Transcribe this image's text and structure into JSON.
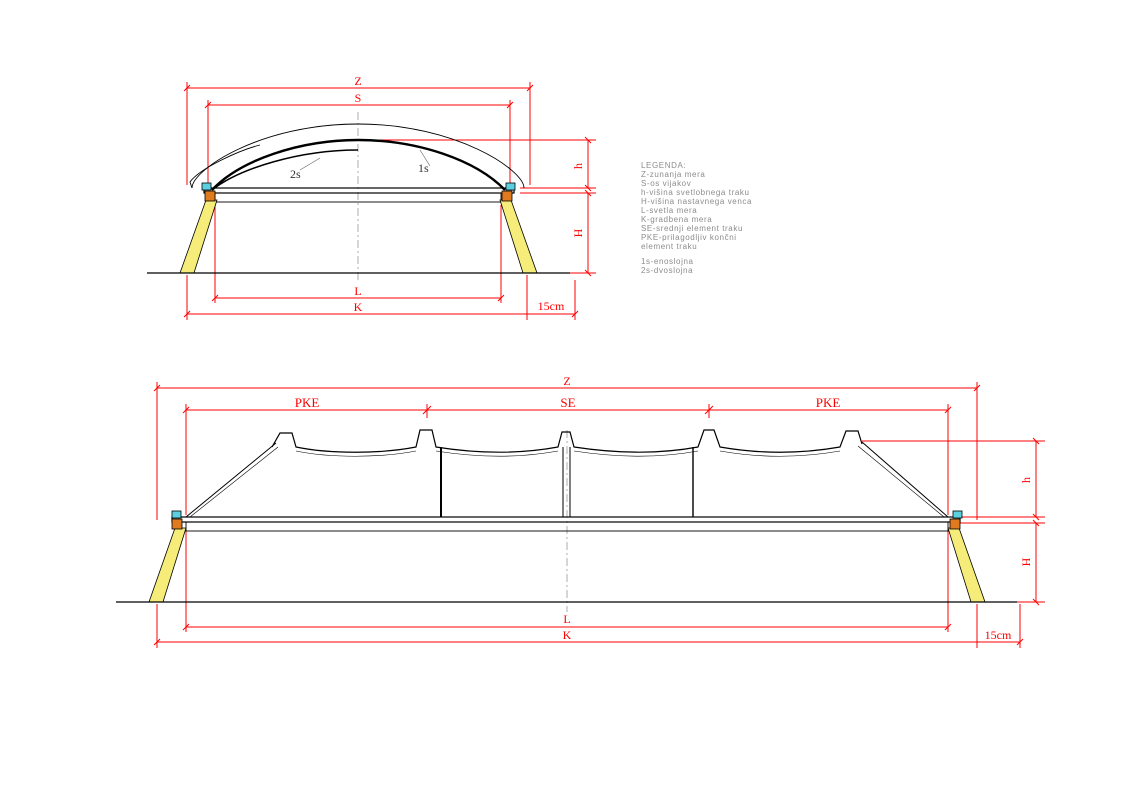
{
  "legend": {
    "title": "LEGENDA:",
    "lines": [
      "Z-zunanja mera",
      "S-os vijakov",
      "h-višina svetlobnega traku",
      "H-višina nastavnega venca",
      "L-svetla mera",
      "K-gradbena mera",
      "SE-srednji element traku",
      "PKE-prilagodljiv končni",
      "element traku"
    ],
    "layers": [
      "1s-enoslojna",
      "2s-dvoslojna"
    ]
  },
  "top_view": {
    "dim_Z": "Z",
    "dim_S": "S",
    "dim_h": "h",
    "dim_H": "H",
    "dim_L": "L",
    "dim_K": "K",
    "dim_15": "15cm",
    "layer_1s": "1s",
    "layer_2s": "2s"
  },
  "bottom_view": {
    "dim_Z": "Z",
    "dim_PKE_left": "PKE",
    "dim_SE": "SE",
    "dim_PKE_right": "PKE",
    "dim_h": "h",
    "dim_H": "H",
    "dim_L": "L",
    "dim_K": "K",
    "dim_15": "15cm"
  },
  "colors": {
    "dimension": "#ff0000",
    "insulation": "#f5ec7a",
    "wood": "#e07a1e",
    "clip": "#5ad0e0"
  }
}
